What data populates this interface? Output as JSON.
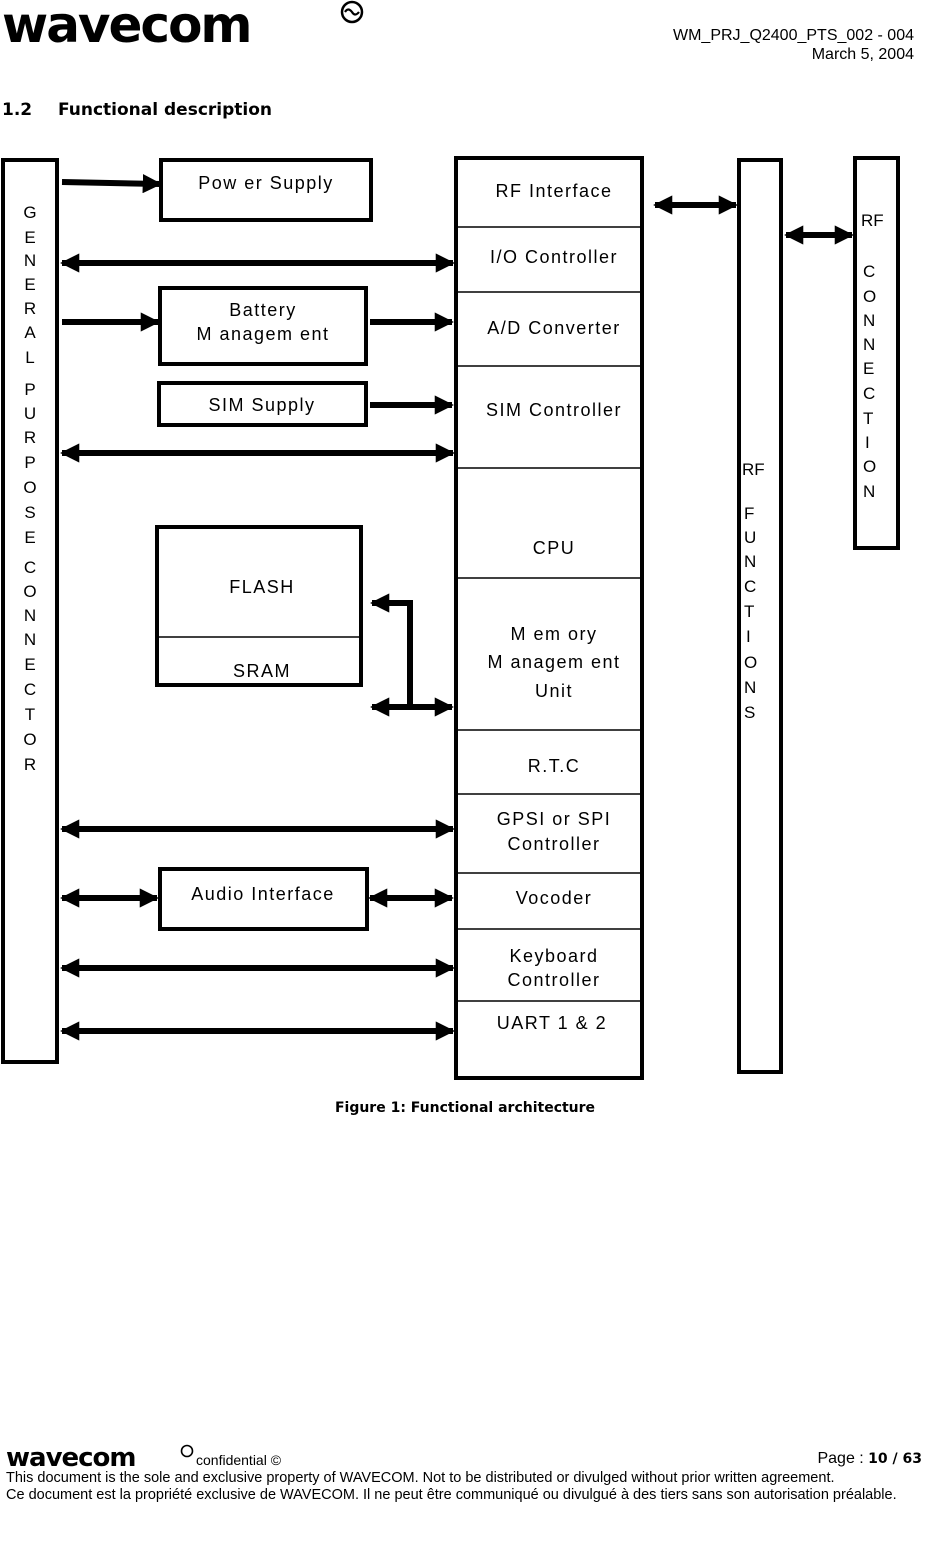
{
  "header": {
    "logo": "wavecom",
    "doc_ref": "WM_PRJ_Q2400_PTS_002  - 004",
    "date": "March 5, 2004"
  },
  "section": {
    "number": "1.2",
    "title": "Functional description"
  },
  "diagram": {
    "general_connector": [
      "G",
      "E",
      "N",
      "E",
      "R",
      "A",
      "L",
      "P",
      "U",
      "R",
      "P",
      "O",
      "S",
      "E",
      "C",
      "O",
      "N",
      "N",
      "E",
      "C",
      "T",
      "O",
      "R"
    ],
    "power_supply": "Pow er Supply",
    "battery_line1": "Battery",
    "battery_line2": "M anagem ent",
    "sim_supply": "SIM  Supply",
    "flash": "FLASH",
    "sram": "SRAM",
    "audio_interface": "Audio Interface",
    "rf_interface": "RF Interface",
    "io_controller": "I/O Controller",
    "ad_converter": "A/D Converter",
    "sim_controller": "SIM  Controller",
    "cpu": "CPU",
    "mmu_line1": "M em ory",
    "mmu_line2": "M anagem ent",
    "mmu_line3": "Unit",
    "rtc": "R.T.C",
    "gpsi_line1": "GPSI or SPI",
    "gpsi_line2": "Controller",
    "vocoder": "Vocoder",
    "keyboard_line1": "Keyboard",
    "keyboard_line2": "Controller",
    "uart": "UART 1 & 2",
    "rf_functions_head": "RF",
    "rf_functions": [
      "F",
      "U",
      "N",
      "C",
      "T",
      "I",
      "O",
      "N",
      "S"
    ],
    "rf_connection_head": "RF",
    "rf_connection": [
      "C",
      "O",
      "N",
      "N",
      "E",
      "C",
      "T",
      "I",
      "O",
      "N"
    ]
  },
  "caption": "Figure 1: Functional architecture",
  "footer": {
    "logo": "wavecom",
    "confidential": "confidential ©",
    "page_label": "Page : ",
    "page_number": "10 / 63",
    "disclaimer_en": "This document is the sole and exclusive property of WAVECOM. Not to be distributed or divulged without prior written agreement.",
    "disclaimer_fr": "Ce document est la propriété exclusive de WAVECOM. Il ne peut être communiqué ou divulgué à des tiers sans son autorisation préalable."
  }
}
